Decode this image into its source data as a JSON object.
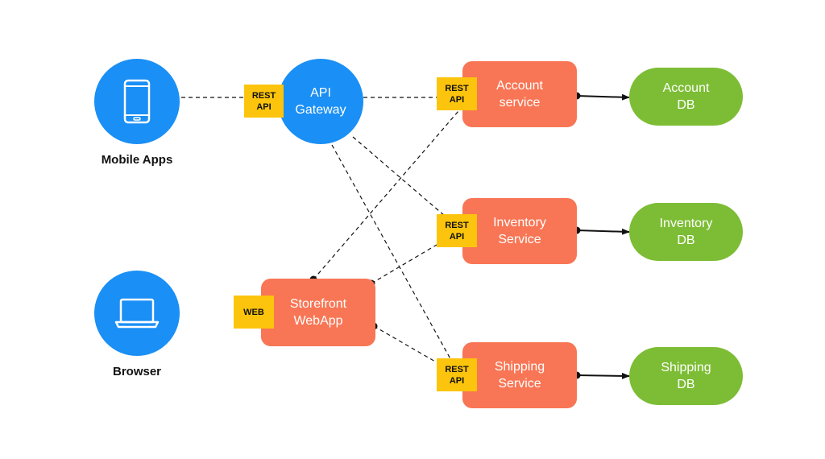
{
  "clients": {
    "mobile": {
      "label": "Mobile Apps",
      "icon": "smartphone-icon"
    },
    "browser": {
      "label": "Browser",
      "icon": "laptop-icon"
    }
  },
  "gateway": {
    "label": "API\nGateway",
    "tag": "REST\nAPI"
  },
  "storefront": {
    "label": "Storefront\nWebApp",
    "tag": "WEB"
  },
  "services": {
    "account": {
      "label": "Account\nservice",
      "tag": "REST\nAPI"
    },
    "inventory": {
      "label": "Inventory\nService",
      "tag": "REST\nAPI"
    },
    "shipping": {
      "label": "Shipping\nService",
      "tag": "REST\nAPI"
    }
  },
  "databases": {
    "account": {
      "label": "Account\nDB"
    },
    "inventory": {
      "label": "Inventory\nDB"
    },
    "shipping": {
      "label": "Shipping\nDB"
    }
  },
  "colors": {
    "client_blue": "#1a8ff5",
    "service_orange": "#f87655",
    "db_green": "#7dbd35",
    "tag_yellow": "#fcc40c",
    "line": "#111111"
  }
}
